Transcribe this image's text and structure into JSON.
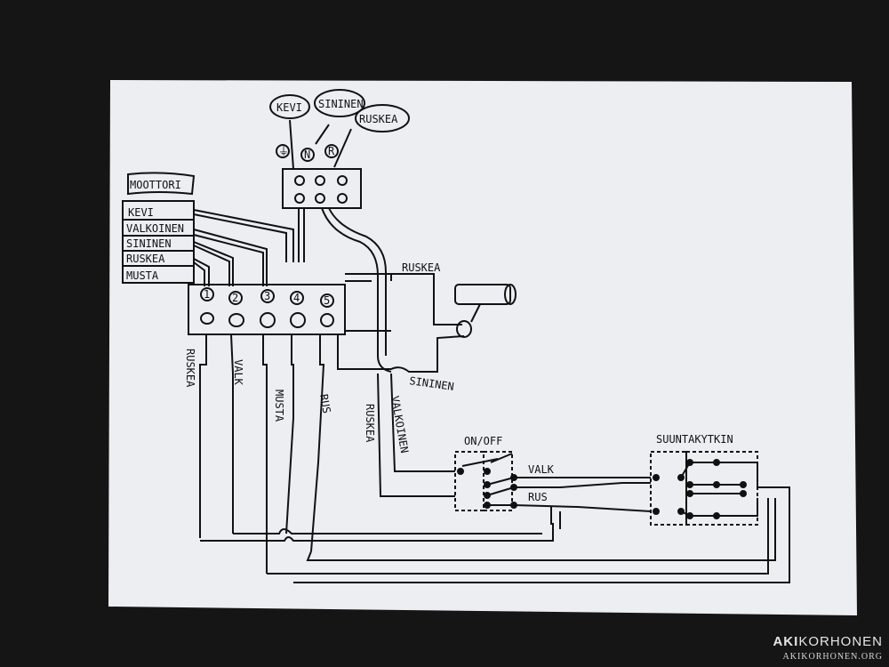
{
  "terminal_block": {
    "kevi": "KEVI",
    "sininen": "SININEN",
    "ruskea": "RUSKEA",
    "pe_mark": "⏚",
    "n_mark": "N",
    "r_mark": "R"
  },
  "motor": {
    "title": "MOOTTORI",
    "wires": [
      "KEVI",
      "VALKOINEN",
      "SININEN",
      "RUSKEA",
      "MUSTA"
    ]
  },
  "connector": {
    "numbers": [
      "1",
      "2",
      "3",
      "4",
      "5"
    ]
  },
  "labels": {
    "ruskea_top": "RUSKEA",
    "sininen_right": "SININEN",
    "ruskea_vert": "RUSKEA",
    "valk_vert": "VALK",
    "musta_vert": "MUSTA",
    "rus_vert": "RUS",
    "ruskea_vert2": "RUSKEA",
    "valkoinen_vert": "VALKOINEN",
    "on_off": "ON/OFF",
    "suuntakytkin": "SUUNTAKYTKIN",
    "valk": "VALK",
    "rus": "RUS"
  },
  "watermark": {
    "brand_bold": "AKI",
    "brand_rest": "KORHONEN",
    "url": "AKIKORHONEN.ORG"
  },
  "colors": {
    "background": "#151515",
    "paper": "#eceef2",
    "ink": "#111111"
  }
}
